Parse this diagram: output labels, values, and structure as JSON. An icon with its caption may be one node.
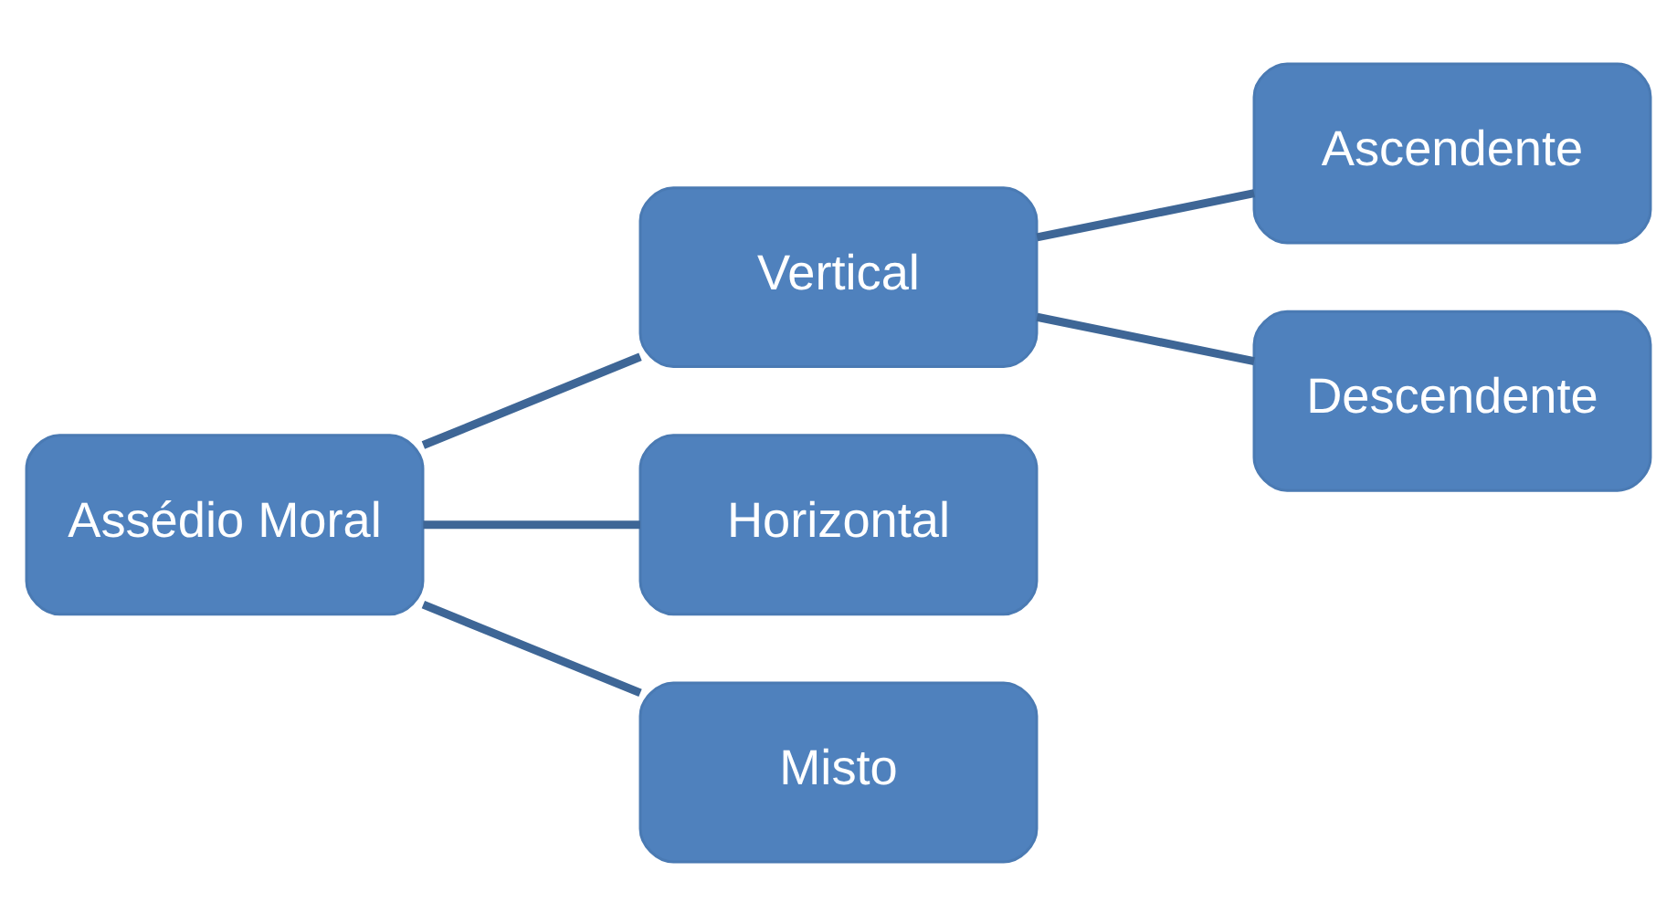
{
  "diagram": {
    "nodes": [
      {
        "text": [
          "Assédio Moral"
        ]
      },
      {
        "text": [
          "Vertical"
        ]
      },
      {
        "text": [
          "Horizontal"
        ]
      },
      {
        "text": [
          "Misto"
        ]
      },
      {
        "text": [
          "Ascendente"
        ]
      },
      {
        "text": [
          "Descendente"
        ]
      }
    ],
    "edges": [
      {
        "from": 0,
        "to": 1,
        "arrow": "none"
      },
      {
        "from": 0,
        "to": 2,
        "arrow": "none"
      },
      {
        "from": 0,
        "to": 3,
        "arrow": "none"
      },
      {
        "from": 1,
        "to": 4,
        "arrow": "none"
      },
      {
        "from": 1,
        "to": 5,
        "arrow": "none"
      }
    ]
  }
}
